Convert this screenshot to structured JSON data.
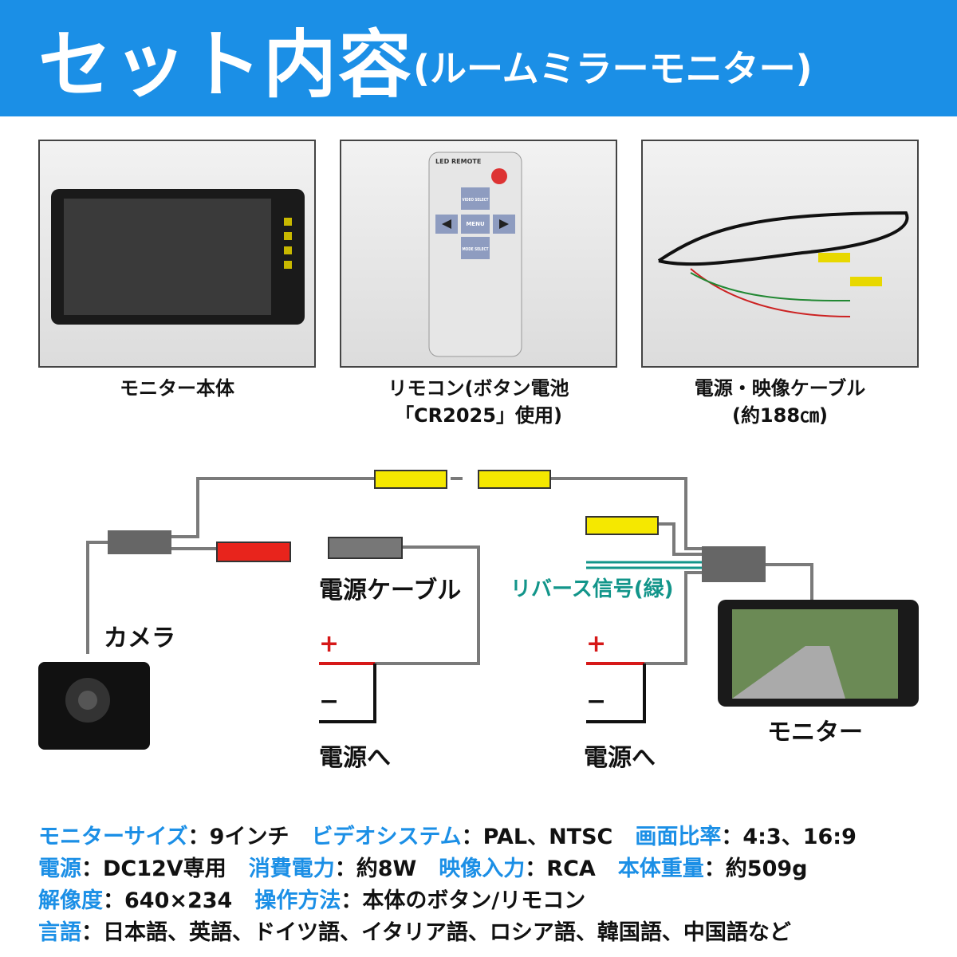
{
  "header": {
    "title": "セット内容",
    "subtitle": "(ルームミラーモニター)",
    "bg_color": "#1b8fe6"
  },
  "items": [
    {
      "caption": "モニター本体"
    },
    {
      "caption_line1": "リモコン(ボタン電池",
      "caption_line2": "「CR2025」使用)",
      "remote": {
        "brand": "LED REMOTE",
        "up": "VIDEO SELECT",
        "center": "MENU",
        "down": "MODE SELECT"
      }
    },
    {
      "caption_line1": "電源・映像ケーブル",
      "caption_line2": "(約188㎝)"
    }
  ],
  "diagram": {
    "camera": "カメラ",
    "power_cable": "電源ケーブル",
    "reverse_signal": "リバース信号(緑)",
    "plus": "+",
    "minus": "−",
    "to_power_left": "電源へ",
    "to_power_right": "電源へ",
    "monitor": "モニター",
    "wire_color": "#7a7a7a",
    "reverse_color": "#12958a"
  },
  "specs": [
    [
      {
        "k": "モニターサイズ",
        "v": "：9インチ"
      },
      {
        "k": "ビデオシステム",
        "v": "：PAL、NTSC"
      },
      {
        "k": "画面比率",
        "v": "：4:3、16:9"
      }
    ],
    [
      {
        "k": "電源",
        "v": "：DC12V専用"
      },
      {
        "k": "消費電力",
        "v": "：約8W"
      },
      {
        "k": "映像入力",
        "v": "：RCA"
      },
      {
        "k": "本体重量",
        "v": "：約509g"
      }
    ],
    [
      {
        "k": "解像度",
        "v": "：640×234"
      },
      {
        "k": "操作方法",
        "v": "：本体のボタン/リモコン"
      }
    ],
    [
      {
        "k": "言語",
        "v": "：日本語、英語、ドイツ語、イタリア語、ロシア語、韓国語、中国語など"
      }
    ]
  ]
}
